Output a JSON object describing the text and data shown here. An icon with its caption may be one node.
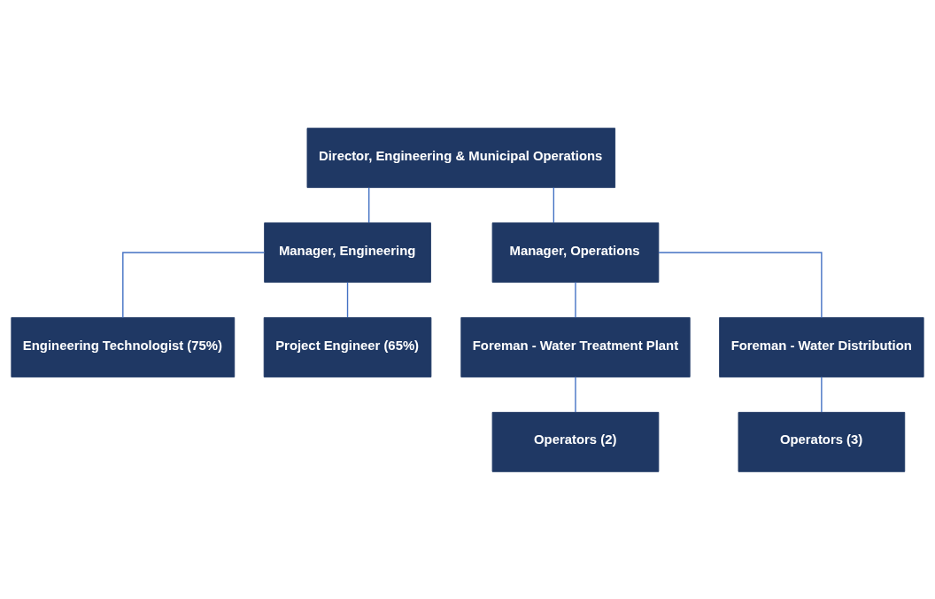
{
  "diagram": {
    "nodes": [
      {
        "text": [
          "Director, Engineering & Municipal Operations"
        ]
      },
      {
        "text": [
          "Manager, Engineering"
        ]
      },
      {
        "text": [
          "Manager, Operations"
        ]
      },
      {
        "text": [
          "Engineering Technologist (75%)"
        ]
      },
      {
        "text": [
          "Project Engineer (65%)"
        ]
      },
      {
        "text": [
          "Foreman - Water Treatment Plant"
        ]
      },
      {
        "text": [
          "Foreman - Water Distribution"
        ]
      },
      {
        "text": [
          "Operators (2)"
        ]
      },
      {
        "text": [
          "Operators (3)"
        ]
      }
    ],
    "edges": [
      {
        "from": 0,
        "to": 1,
        "arrow": "none"
      },
      {
        "from": 0,
        "to": 2,
        "arrow": "none"
      },
      {
        "from": 1,
        "to": 3,
        "arrow": "none"
      },
      {
        "from": 1,
        "to": 4,
        "arrow": "none"
      },
      {
        "from": 2,
        "to": 5,
        "arrow": "none"
      },
      {
        "from": 2,
        "to": 6,
        "arrow": "none"
      },
      {
        "from": 5,
        "to": 7,
        "arrow": "none"
      },
      {
        "from": 6,
        "to": 8,
        "arrow": "none"
      }
    ]
  }
}
